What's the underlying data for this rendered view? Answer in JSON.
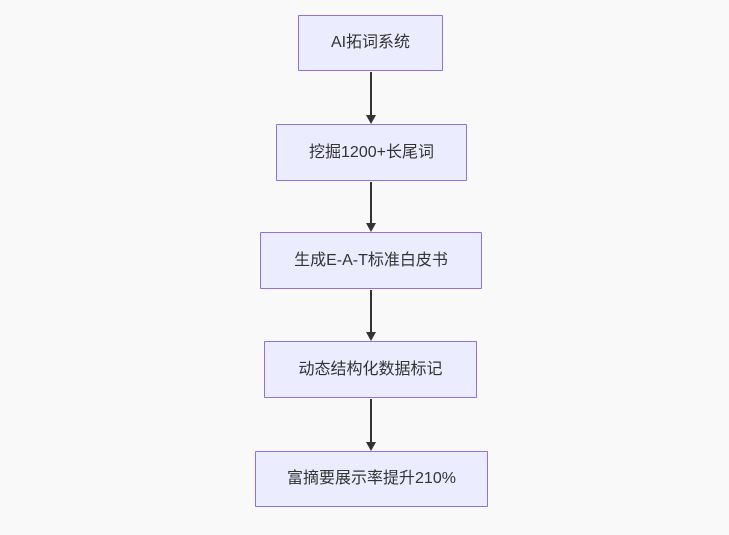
{
  "diagram": {
    "type": "flowchart",
    "direction": "top-down",
    "nodes": [
      {
        "id": "n1",
        "label": "AI拓词系统"
      },
      {
        "id": "n2",
        "label": "挖掘1200+长尾词"
      },
      {
        "id": "n3",
        "label": "生成E-A-T标准白皮书"
      },
      {
        "id": "n4",
        "label": "动态结构化数据标记"
      },
      {
        "id": "n5",
        "label": "富摘要展示率提升210%"
      }
    ],
    "edges": [
      {
        "from": "n1",
        "to": "n2"
      },
      {
        "from": "n2",
        "to": "n3"
      },
      {
        "from": "n3",
        "to": "n4"
      },
      {
        "from": "n4",
        "to": "n5"
      }
    ],
    "colors": {
      "background": "#f9f9f9",
      "node_fill": "#ECECFF",
      "node_border": "#9370DB",
      "arrow": "#333333",
      "text": "#333333"
    }
  }
}
